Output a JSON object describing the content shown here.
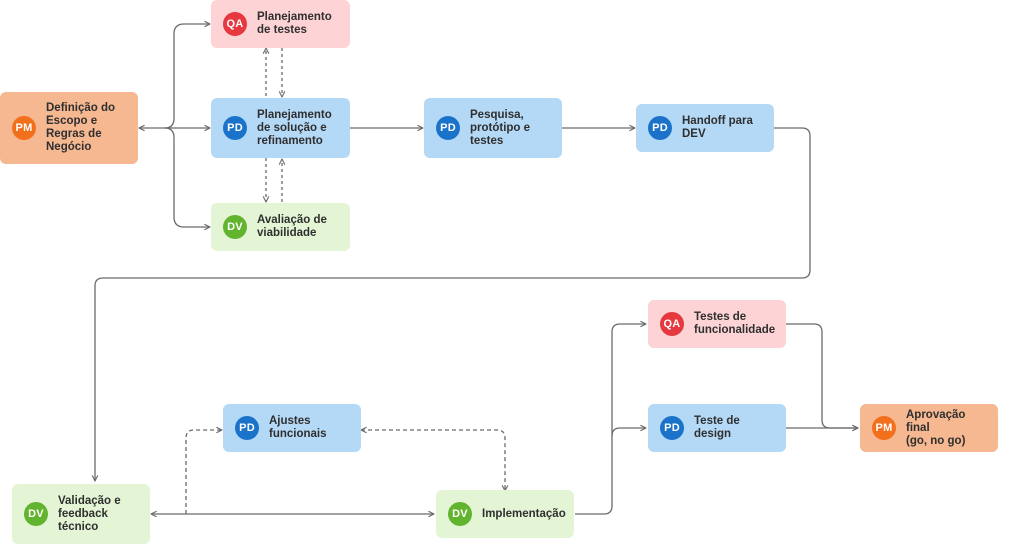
{
  "colors": {
    "qa": "#e5383f",
    "pd": "#1a73c9",
    "dv": "#62b32e",
    "pm": "#f2701c",
    "connector": "#6b6b6b"
  },
  "nodes": {
    "definicao": {
      "role": "PM",
      "label": "Definição do\nEscopo e\nRegras de\nNegócio"
    },
    "planejamento_testes": {
      "role": "QA",
      "label": "Planejamento\nde testes"
    },
    "planejamento_solucao": {
      "role": "PD",
      "label": "Planejamento\nde solução e\nrefinamento"
    },
    "avaliacao": {
      "role": "DV",
      "label": "Avaliação de\nviabilidade"
    },
    "pesquisa": {
      "role": "PD",
      "label": "Pesquisa,\nprotótipo e\ntestes"
    },
    "handoff": {
      "role": "PD",
      "label": "Handoff para\nDEV"
    },
    "validacao": {
      "role": "DV",
      "label": "Validação e\nfeedback\ntécnico"
    },
    "ajustes": {
      "role": "PD",
      "label": "Ajustes\nfuncionais"
    },
    "implementacao": {
      "role": "DV",
      "label": "Implementação"
    },
    "testes_func": {
      "role": "QA",
      "label": "Testes de\nfuncionalidade"
    },
    "teste_design": {
      "role": "PD",
      "label": "Teste de design"
    },
    "aprovacao": {
      "role": "PM",
      "label": "Aprovação final\n(go, no go)"
    }
  }
}
